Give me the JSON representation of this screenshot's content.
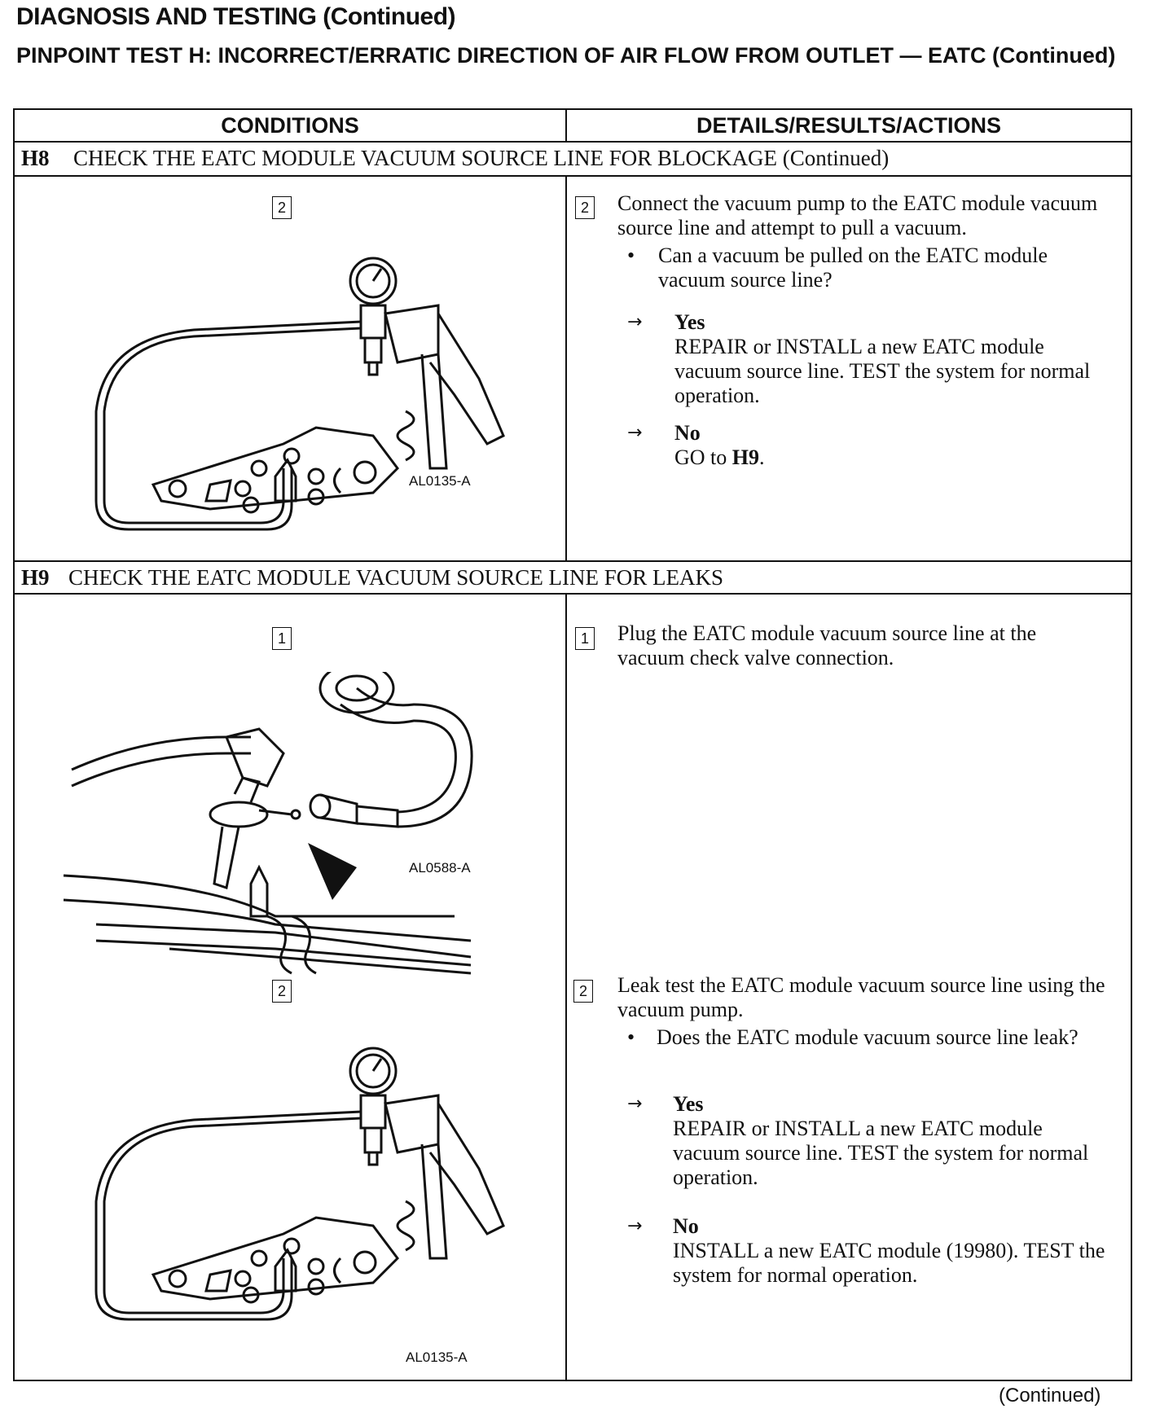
{
  "header": "DIAGNOSIS AND TESTING (Continued)",
  "test_title": "PINPOINT TEST H: INCORRECT/ERRATIC DIRECTION OF AIR FLOW FROM OUTLET — EATC (Continued)",
  "columns": {
    "conditions": "CONDITIONS",
    "details": "DETAILS/RESULTS/ACTIONS"
  },
  "h8": {
    "id": "H8",
    "title": "CHECK THE EATC MODULE VACUUM SOURCE LINE FOR BLOCKAGE (Continued)",
    "fig_num": "2",
    "fig_code": "AL0135-A",
    "step_num": "2",
    "instruction": "Connect the vacuum pump to the EATC module vacuum source line and attempt to pull a vacuum.",
    "question": "Can a vacuum be pulled on the EATC module vacuum source line?",
    "yes_label": "Yes",
    "yes_text": "REPAIR or INSTALL a new EATC module vacuum source line. TEST the system for normal operation.",
    "no_label": "No",
    "no_text_pre": "GO to ",
    "no_text_ref": "H9",
    "no_text_post": "."
  },
  "h9": {
    "id": "H9",
    "title": "CHECK THE EATC MODULE VACUUM SOURCE LINE FOR LEAKS",
    "fig1_num": "1",
    "fig1_code": "AL0588-A",
    "step1_num": "1",
    "step1_text": "Plug the EATC module vacuum source line at the vacuum check valve connection.",
    "fig2_num": "2",
    "fig2_code": "AL0135-A",
    "step2_num": "2",
    "step2_text": "Leak test the EATC module vacuum source line using the vacuum pump.",
    "question": "Does the EATC module vacuum source line leak?",
    "yes_label": "Yes",
    "yes_text": "REPAIR or INSTALL a new EATC module vacuum source line. TEST the system for normal operation.",
    "no_label": "No",
    "no_text": "INSTALL a new EATC module (19980). TEST the system for normal operation."
  },
  "footer": "(Continued)"
}
